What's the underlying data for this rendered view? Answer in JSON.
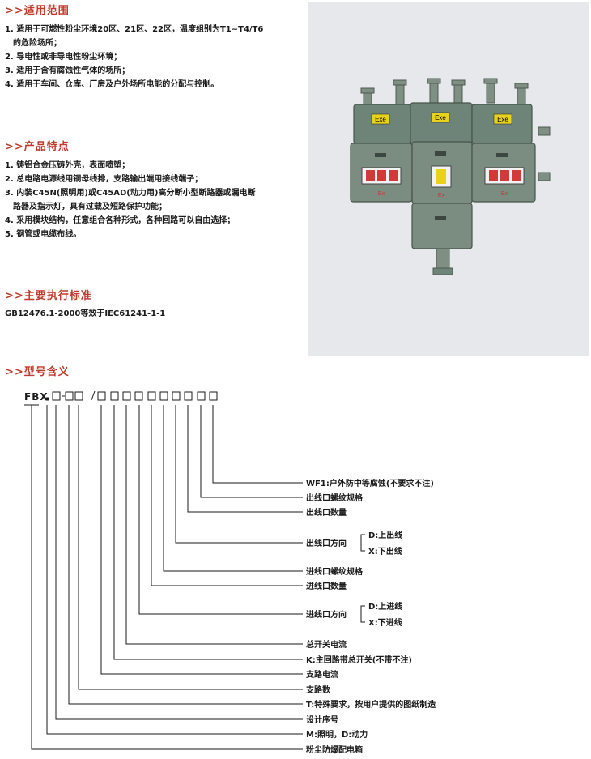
{
  "sections": {
    "scope": {
      "title": ">>适用范围",
      "items": [
        "1. 适用于可燃性粉尘环境20区、21区、22区，温度组别为T1~T4/T6",
        "    的危险场所；",
        "2. 导电性或非导电性粉尘环境；",
        "3. 适用于含有腐蚀性气体的场所；",
        "4. 适用于车间、仓库、厂房及户外场所电能的分配与控制。"
      ]
    },
    "features": {
      "title": ">>产品特点",
      "items": [
        "1. 铸铝合金压铸外壳，表面喷塑；",
        "2. 总电路电源线用铜母线排，支路输出端用接线端子；",
        "3. 内装C45N(照明用)或C45AD(动力用)高分断小型断路器或漏电断",
        "    路器及指示灯，具有过载及短路保护功能；",
        "4. 采用模块结构，任意组合各种形式，各种回路可以自由选择；",
        "5. 钢管或电缆布线。"
      ]
    },
    "standards": {
      "title": ">>主要执行标准",
      "text": "GB12476.1-2000等效于IEC61241-1-1"
    },
    "model": {
      "title": ">>型号含义",
      "code": "FBX",
      "labels": {
        "wf1": "WF1:户外防中等腐蚀(不要求不注)",
        "out_thread": "出线口螺纹规格",
        "out_count": "出线口数量",
        "out_dir": "出线口方向",
        "out_dir_d": "D:上出线",
        "out_dir_x": "X:下出线",
        "in_thread": "进线口螺纹规格",
        "in_count": "进线口数量",
        "in_dir": "进线口方向",
        "in_dir_d": "D:上进线",
        "in_dir_x": "X:下进线",
        "main_current": "总开关电流",
        "k": "K:主回路带总开关(不带不注)",
        "branch_current": "支路电流",
        "branch_count": "支路数",
        "t": "T:特殊要求，按用户提供的图纸制造",
        "design_no": "设计序号",
        "md": "M:照明，D:动力",
        "box": "粉尘防爆配电箱"
      }
    }
  },
  "photo": {
    "exe_label": "Exe",
    "ex_label": "Ex"
  }
}
